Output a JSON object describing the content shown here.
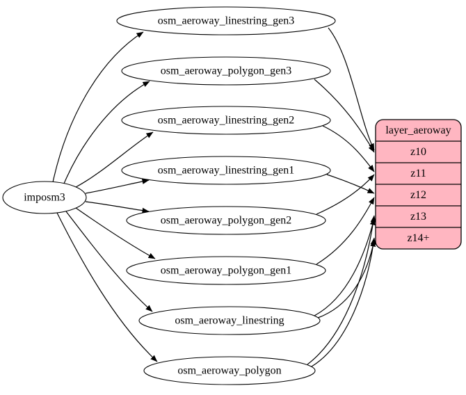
{
  "diagram": {
    "background": "#ffffff",
    "edge_color": "#000000",
    "node_fill": "#ffffff",
    "node_stroke": "#000000",
    "layer_fill": "#ffb6c1",
    "source_node": "imposm3",
    "table_nodes": [
      "osm_aeroway_linestring_gen3",
      "osm_aeroway_polygon_gen3",
      "osm_aeroway_linestring_gen2",
      "osm_aeroway_linestring_gen1",
      "osm_aeroway_polygon_gen2",
      "osm_aeroway_polygon_gen1",
      "osm_aeroway_linestring",
      "osm_aeroway_polygon"
    ],
    "layer_node": {
      "title": "layer_aeroway",
      "rows": [
        "z10",
        "z11",
        "z12",
        "z13",
        "z14+"
      ]
    },
    "edges": [
      {
        "from": "imposm3",
        "to": "osm_aeroway_linestring_gen3"
      },
      {
        "from": "imposm3",
        "to": "osm_aeroway_polygon_gen3"
      },
      {
        "from": "imposm3",
        "to": "osm_aeroway_linestring_gen2"
      },
      {
        "from": "imposm3",
        "to": "osm_aeroway_linestring_gen1"
      },
      {
        "from": "imposm3",
        "to": "osm_aeroway_polygon_gen2"
      },
      {
        "from": "imposm3",
        "to": "osm_aeroway_polygon_gen1"
      },
      {
        "from": "imposm3",
        "to": "osm_aeroway_linestring"
      },
      {
        "from": "imposm3",
        "to": "osm_aeroway_polygon"
      },
      {
        "from": "osm_aeroway_linestring_gen3",
        "to": "layer_aeroway:z10"
      },
      {
        "from": "osm_aeroway_polygon_gen3",
        "to": "layer_aeroway:z10"
      },
      {
        "from": "osm_aeroway_linestring_gen2",
        "to": "layer_aeroway:z11"
      },
      {
        "from": "osm_aeroway_polygon_gen2",
        "to": "layer_aeroway:z11"
      },
      {
        "from": "osm_aeroway_linestring_gen1",
        "to": "layer_aeroway:z12"
      },
      {
        "from": "osm_aeroway_polygon_gen1",
        "to": "layer_aeroway:z12"
      },
      {
        "from": "osm_aeroway_linestring",
        "to": "layer_aeroway:z13"
      },
      {
        "from": "osm_aeroway_polygon",
        "to": "layer_aeroway:z13"
      },
      {
        "from": "osm_aeroway_linestring",
        "to": "layer_aeroway:z14+"
      },
      {
        "from": "osm_aeroway_polygon",
        "to": "layer_aeroway:z14+"
      }
    ]
  }
}
